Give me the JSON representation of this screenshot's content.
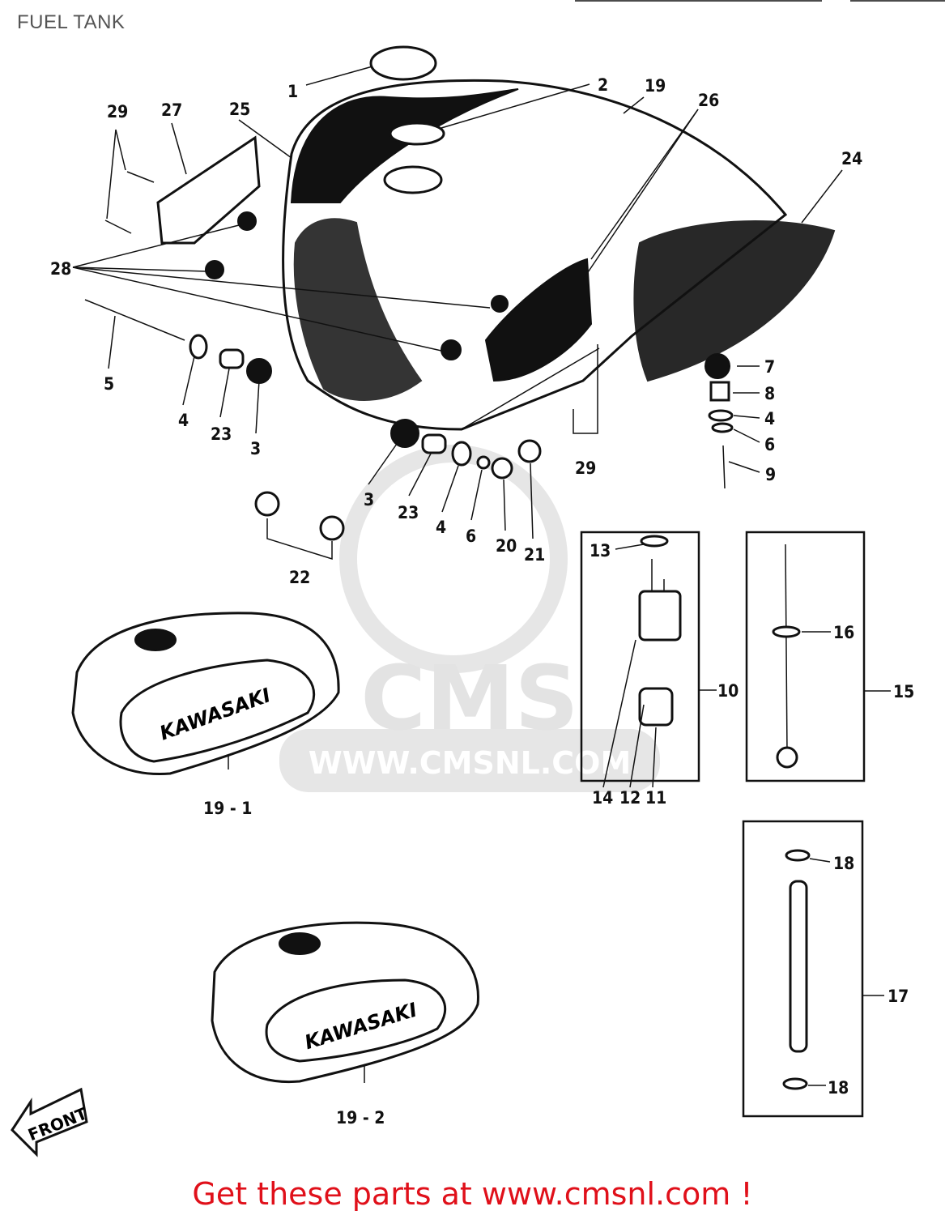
{
  "header": {
    "title": "FUEL TANK"
  },
  "footer": {
    "text": "Get these parts at www.cmsnl.com !"
  },
  "watermark": {
    "logo": "CMS",
    "url": "WWW.CMSNL.COM"
  },
  "tank_logo_text": "KAWASAKI",
  "front_arrow_label": "FRONT",
  "callouts": [
    "1",
    "2",
    "19",
    "26",
    "24",
    "29",
    "27",
    "25",
    "28",
    "5",
    "4",
    "23",
    "3",
    "3",
    "23",
    "4",
    "6",
    "20",
    "21",
    "22",
    "29",
    "7",
    "8",
    "4",
    "6",
    "9",
    "13",
    "10",
    "14",
    "12",
    "11",
    "16",
    "15",
    "19 - 1",
    "18",
    "17",
    "18",
    "19 - 2"
  ]
}
